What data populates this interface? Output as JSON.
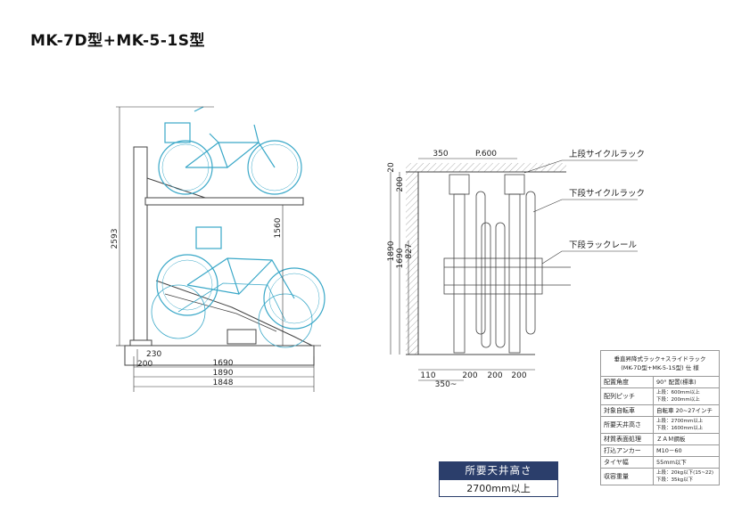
{
  "title": "MK-7D型+MK-5-1S型",
  "side_view": {
    "dims": {
      "overall_height": "2593",
      "upper_to_floor": "1560",
      "foot_230": "230",
      "foot_200": "200",
      "w1690": "1690",
      "w1890": "1890",
      "w1848": "1848"
    }
  },
  "front_view": {
    "dims": {
      "top_350": "350",
      "pitch": "P.600",
      "d20": "20",
      "d200": "200",
      "h1890": "1890",
      "h1690": "1690",
      "h827": "827",
      "b110": "110",
      "b200a": "200",
      "b200b": "200",
      "b200c": "200",
      "b350": "350~"
    },
    "callouts": {
      "upper_rack": "上段サイクルラック",
      "lower_rack": "下段サイクルラック",
      "lower_rail": "下段ラックレール"
    }
  },
  "requirement": {
    "label": "所要天井高さ",
    "value": "2700mm以上"
  },
  "spec": {
    "header_line1": "垂直昇降式ラック+スライドラック",
    "header_line2": "(MK-7D型+MK-5-1S型) 仕 様",
    "rows": [
      {
        "key": "配置角度",
        "value": "90° 配置(標準)"
      },
      {
        "key": "配列ピッチ",
        "value": "上段：600mm以上",
        "value2": "下段：200mm以上"
      },
      {
        "key": "対象自転車",
        "value": "自転車 20~27インチ"
      },
      {
        "key": "所要天井高さ",
        "value": "上段：2700mm以上",
        "value2": "下段：1600mm以上"
      },
      {
        "key": "材質表面処理",
        "value": "ＺＡＭ鋼板"
      },
      {
        "key": "打込アンカー",
        "value": "M10－60"
      },
      {
        "key": "タイヤ幅",
        "value": "55mm以下"
      },
      {
        "key": "収容重量",
        "value": "上段：20kg以下(15~22)",
        "value2": "下段：35kg以下"
      }
    ]
  },
  "colors": {
    "bike": "#3aa8c8",
    "frame": "#555555",
    "dim_line": "#333333",
    "header_bg": "#2b3e6b"
  }
}
